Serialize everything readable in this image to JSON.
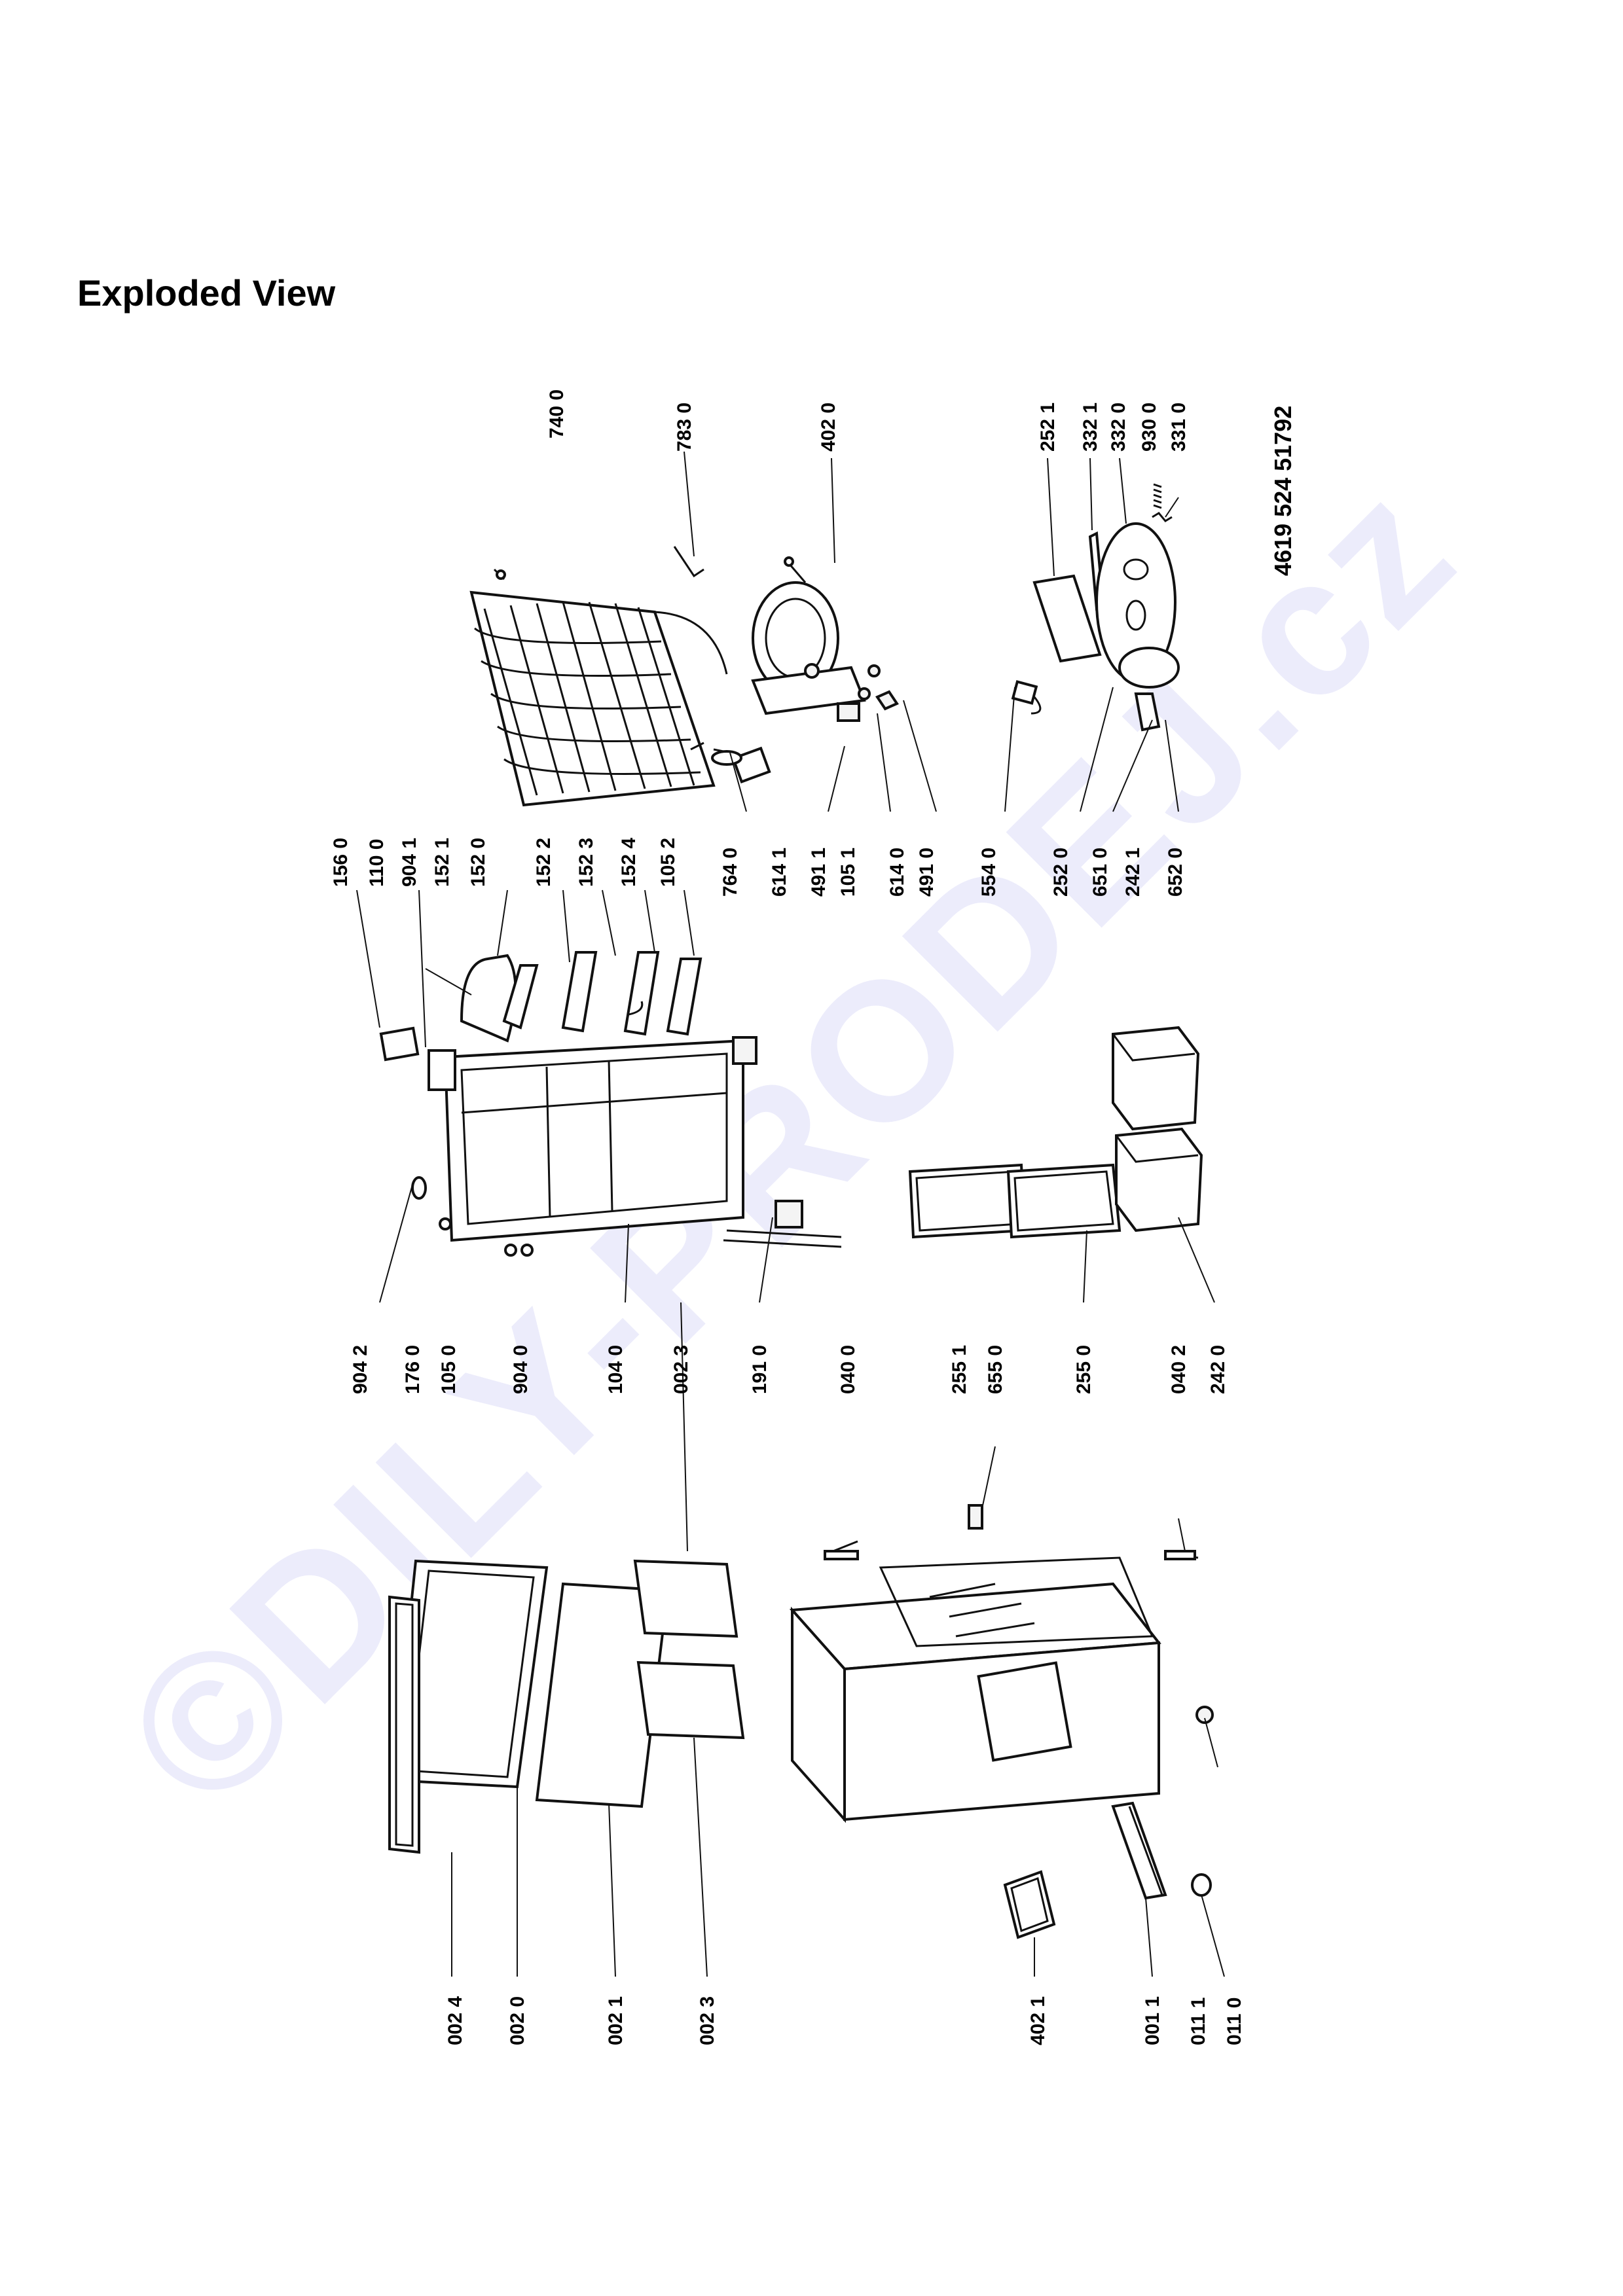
{
  "page": {
    "title": "Exploded View",
    "watermark": "©DILY-PRODEJ.cz",
    "document_number": "4619 524 51792"
  },
  "labels": {
    "l7400": "740 0",
    "l7830": "783 0",
    "l4020": "402 0",
    "l2521": "252 1",
    "l3321": "332 1",
    "l3320": "332 0",
    "l9300": "930 0",
    "l3310": "331 0",
    "l1560": "156 0",
    "l1100": "110 0",
    "l9041": "904 1",
    "l1521": "152 1",
    "l1520": "152 0",
    "l1522": "152 2",
    "l1523": "152 3",
    "l1524": "152 4",
    "l1052": "105 2",
    "l7640": "764 0",
    "l6141": "614 1",
    "l4911": "491 1",
    "l1051": "105 1",
    "l6140": "614 0",
    "l4910": "491 0",
    "l5540": "554 0",
    "l2520": "252 0",
    "l6510": "651 0",
    "l2421": "242 1",
    "l6520": "652 0",
    "l9042": "904 2",
    "l1760": "176 0",
    "l1050": "105 0",
    "l9040": "904 0",
    "l1040": "104 0",
    "l0023a": "002 3",
    "l1910": "191 0",
    "l0400": "040 0",
    "l2551": "255 1",
    "l6550": "655 0",
    "l2550": "255 0",
    "l0402": "040 2",
    "l2420": "242 0",
    "l0024": "002 4",
    "l0020": "002 0",
    "l0021": "002 1",
    "l0023b": "002 3",
    "l4021": "402 1",
    "l0011": "001 1",
    "l0111": "011 1",
    "l0110": "011 0"
  }
}
